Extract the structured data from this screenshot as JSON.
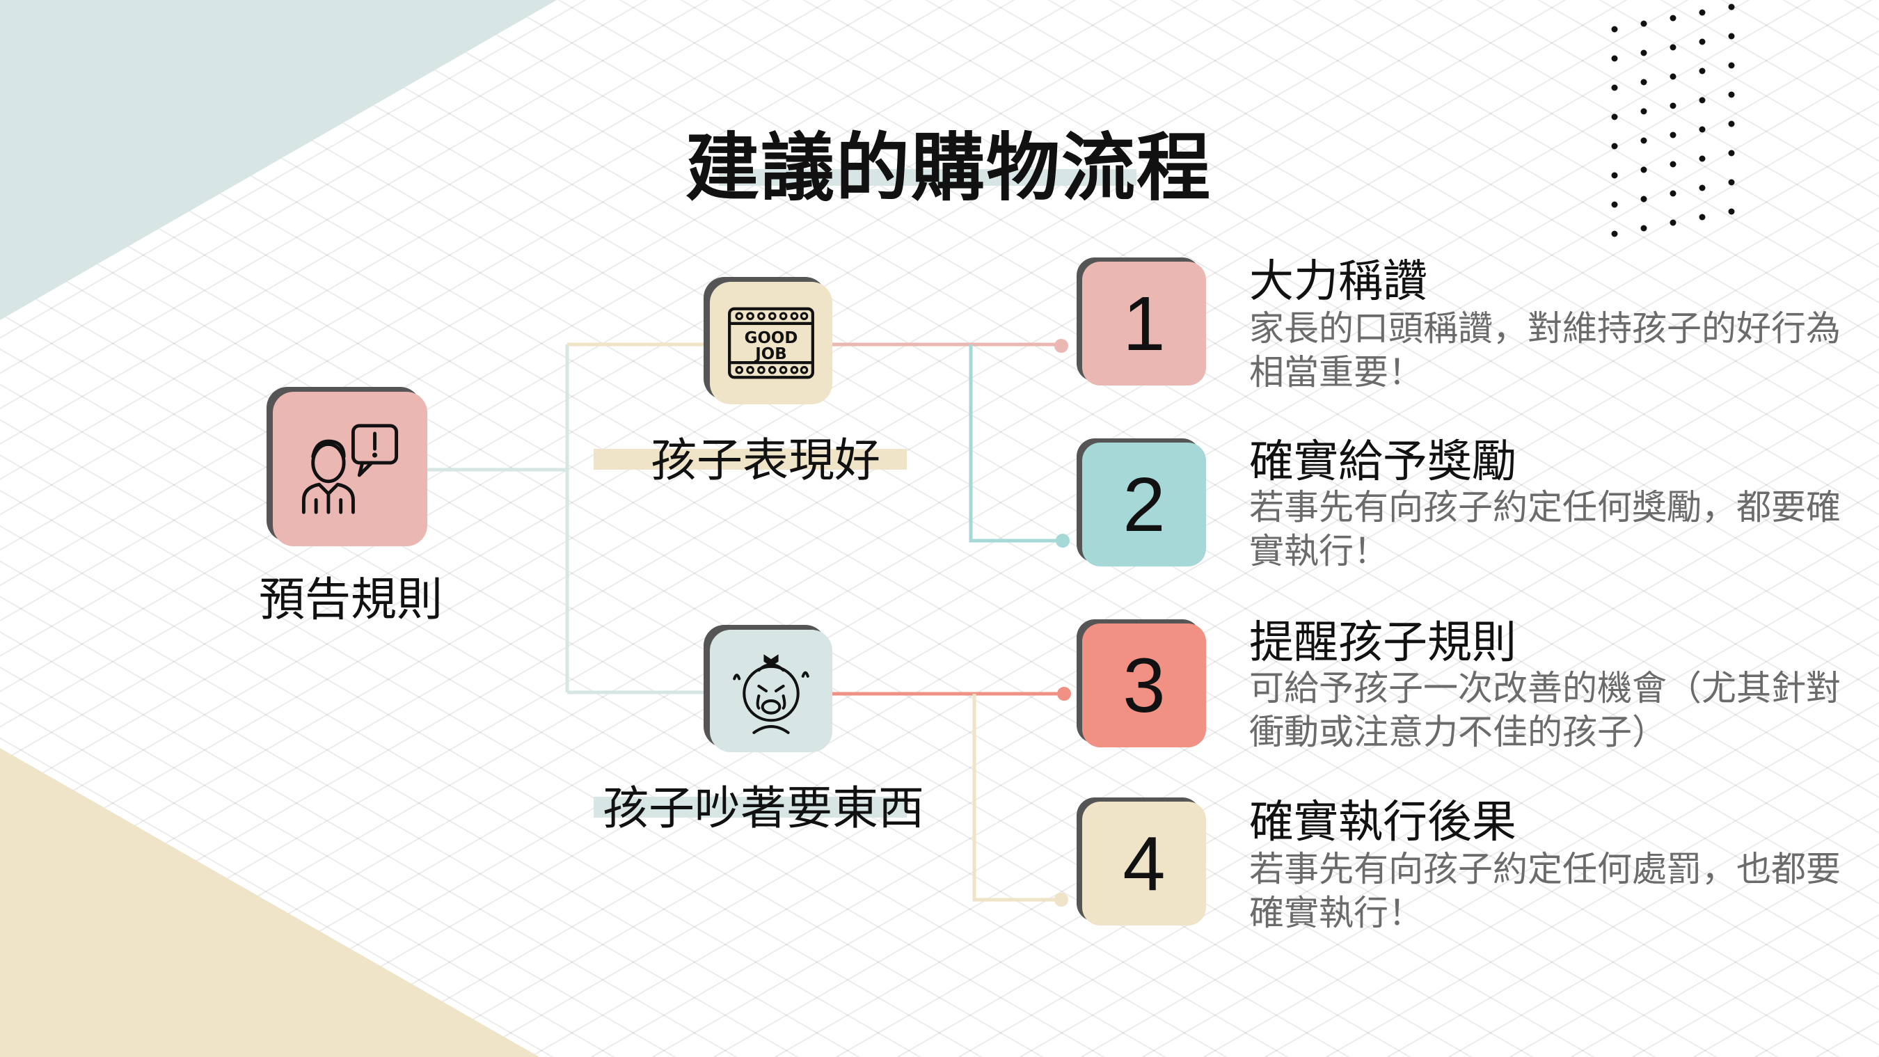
{
  "title": "建議的購物流程",
  "root": {
    "label": "預告規則",
    "icon": "person-speech-alert-icon"
  },
  "branches": [
    {
      "label": "孩子表現好",
      "icon": "good-job-sign-icon"
    },
    {
      "label": "孩子吵著要東西",
      "icon": "crying-child-icon"
    }
  ],
  "steps": [
    {
      "number": "1",
      "title": "大力稱讚",
      "desc": "家長的口頭稱讚，對維持孩子的好行為相當重要！",
      "color": "#ebb7b2"
    },
    {
      "number": "2",
      "title": "確實給予獎勵",
      "desc": "若事先有向孩子約定任何獎勵，都要確實執行！",
      "color": "#a6d8d8"
    },
    {
      "number": "3",
      "title": "提醒孩子規則",
      "desc": "可給予孩子一次改善的機會（尤其針對衝動或注意力不佳的孩子）",
      "color": "#f19184"
    },
    {
      "number": "4",
      "title": "確實執行後果",
      "desc": "若事先有向孩子約定任何處罰，也都要確實執行！",
      "color": "#efe3c8"
    }
  ],
  "colors": {
    "teal": "#a6d8d8",
    "teal_light": "#d7e5e5",
    "beige": "#efe3c8",
    "pink": "#ebb7b2",
    "salmon": "#f19184"
  }
}
